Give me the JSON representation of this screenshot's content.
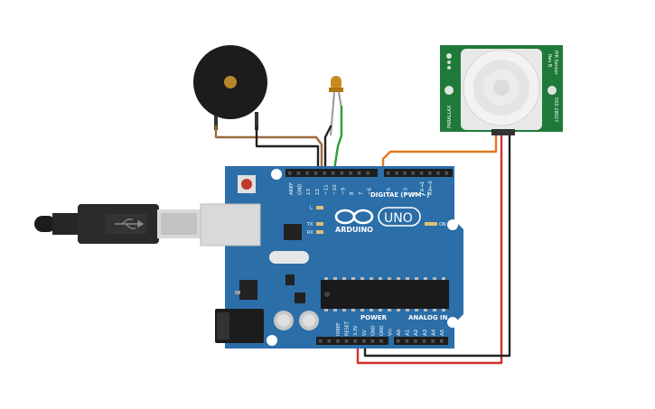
{
  "board": {
    "logo_text": "ARDUINO",
    "model": "UNO",
    "header_labels": [
      "AREF",
      "GND",
      "13",
      "12",
      "~11",
      "~10",
      "~9",
      "8",
      "7",
      "~6",
      "~5",
      "4",
      "~3",
      "2",
      "TX→1",
      "RX←0"
    ],
    "digital_label": "DIGITAL (PWM~)",
    "led_l": "L",
    "led_tx": "TX",
    "led_rx": "RX",
    "on_label": "ON",
    "power_label": "POWER",
    "analog_label": "ANALOG IN",
    "power_pins": [
      "IOREF",
      "RESET",
      "3.3V",
      "5V",
      "GND",
      "GND",
      "Vin"
    ],
    "analog_pins": [
      "A0",
      "A1",
      "A2",
      "A3",
      "A4",
      "A5"
    ]
  },
  "pir_sensor": {
    "left_text": "PARALLAX",
    "right_text_1": "PIR Sensor",
    "right_text_2": "Rev B",
    "right_text_3": "555-28027"
  },
  "colors": {
    "board": "#2b6ea8",
    "pcb_green": "#1f7a3a",
    "wire_red": "#d32f2f",
    "wire_black": "#222222",
    "wire_orange": "#e07a1a",
    "wire_green": "#2e9e3a",
    "wire_brown": "#9b6b3c"
  }
}
